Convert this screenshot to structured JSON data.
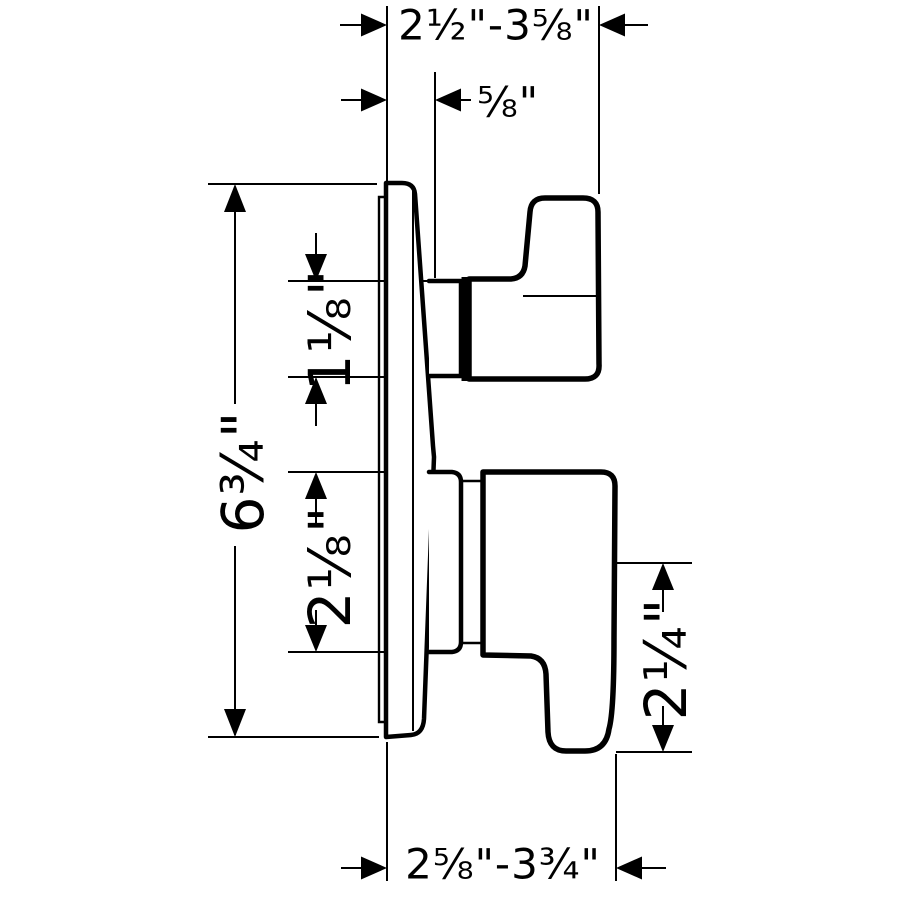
{
  "diagram": {
    "colors": {
      "line": "#000000",
      "background": "#ffffff"
    },
    "dimensions": {
      "top_width_range": "2½\"-3⅝\"",
      "handle_offset": "⅝\"",
      "overall_height": "6¾\"",
      "upper_handle_height": "1⅛\"",
      "lower_handle_height": "2⅛\"",
      "lower_handle_depth": "2¼\"",
      "bottom_width_range": "2⅝\"-3¾\""
    }
  }
}
